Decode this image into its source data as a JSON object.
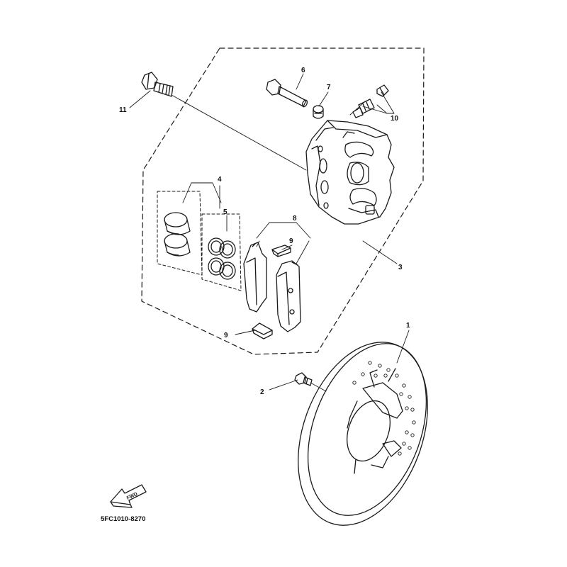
{
  "diagram": {
    "callouts": [
      {
        "id": "c1",
        "label": "1"
      },
      {
        "id": "c2",
        "label": "2"
      },
      {
        "id": "c3",
        "label": "3"
      },
      {
        "id": "c4",
        "label": "4"
      },
      {
        "id": "c5",
        "label": "5"
      },
      {
        "id": "c6",
        "label": "6"
      },
      {
        "id": "c7",
        "label": "7"
      },
      {
        "id": "c8",
        "label": "8"
      },
      {
        "id": "c9a",
        "label": "9"
      },
      {
        "id": "c9b",
        "label": "9"
      },
      {
        "id": "c10",
        "label": "10"
      },
      {
        "id": "c11",
        "label": "11"
      }
    ],
    "fwd_label": "FWD",
    "drawing_code": "5FC1010-8270",
    "colors": {
      "ink": "#1a1a1a",
      "paper": "#ffffff"
    }
  }
}
